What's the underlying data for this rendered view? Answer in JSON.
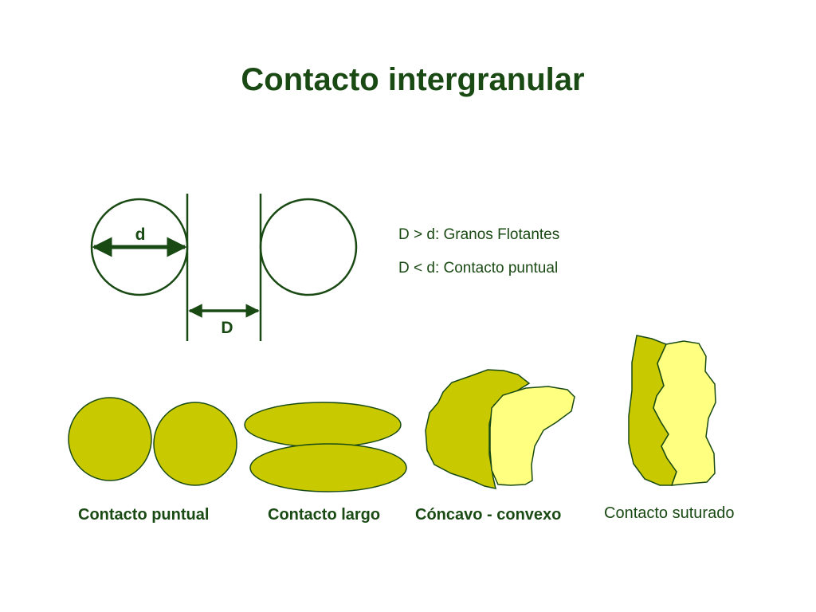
{
  "title": "Contacto intergranular",
  "diagram": {
    "diameter_label": "d",
    "distance_label": "D",
    "rules": [
      "D > d: Granos Flotantes",
      "D < d: Contacto puntual"
    ]
  },
  "captions": [
    "Contacto puntual",
    "Contacto largo",
    "Cóncavo - convexo",
    "Contacto suturado"
  ],
  "colors": {
    "outline": "#1a4a14",
    "grain_dark": "#c9c900",
    "grain_light": "#ffff80"
  }
}
